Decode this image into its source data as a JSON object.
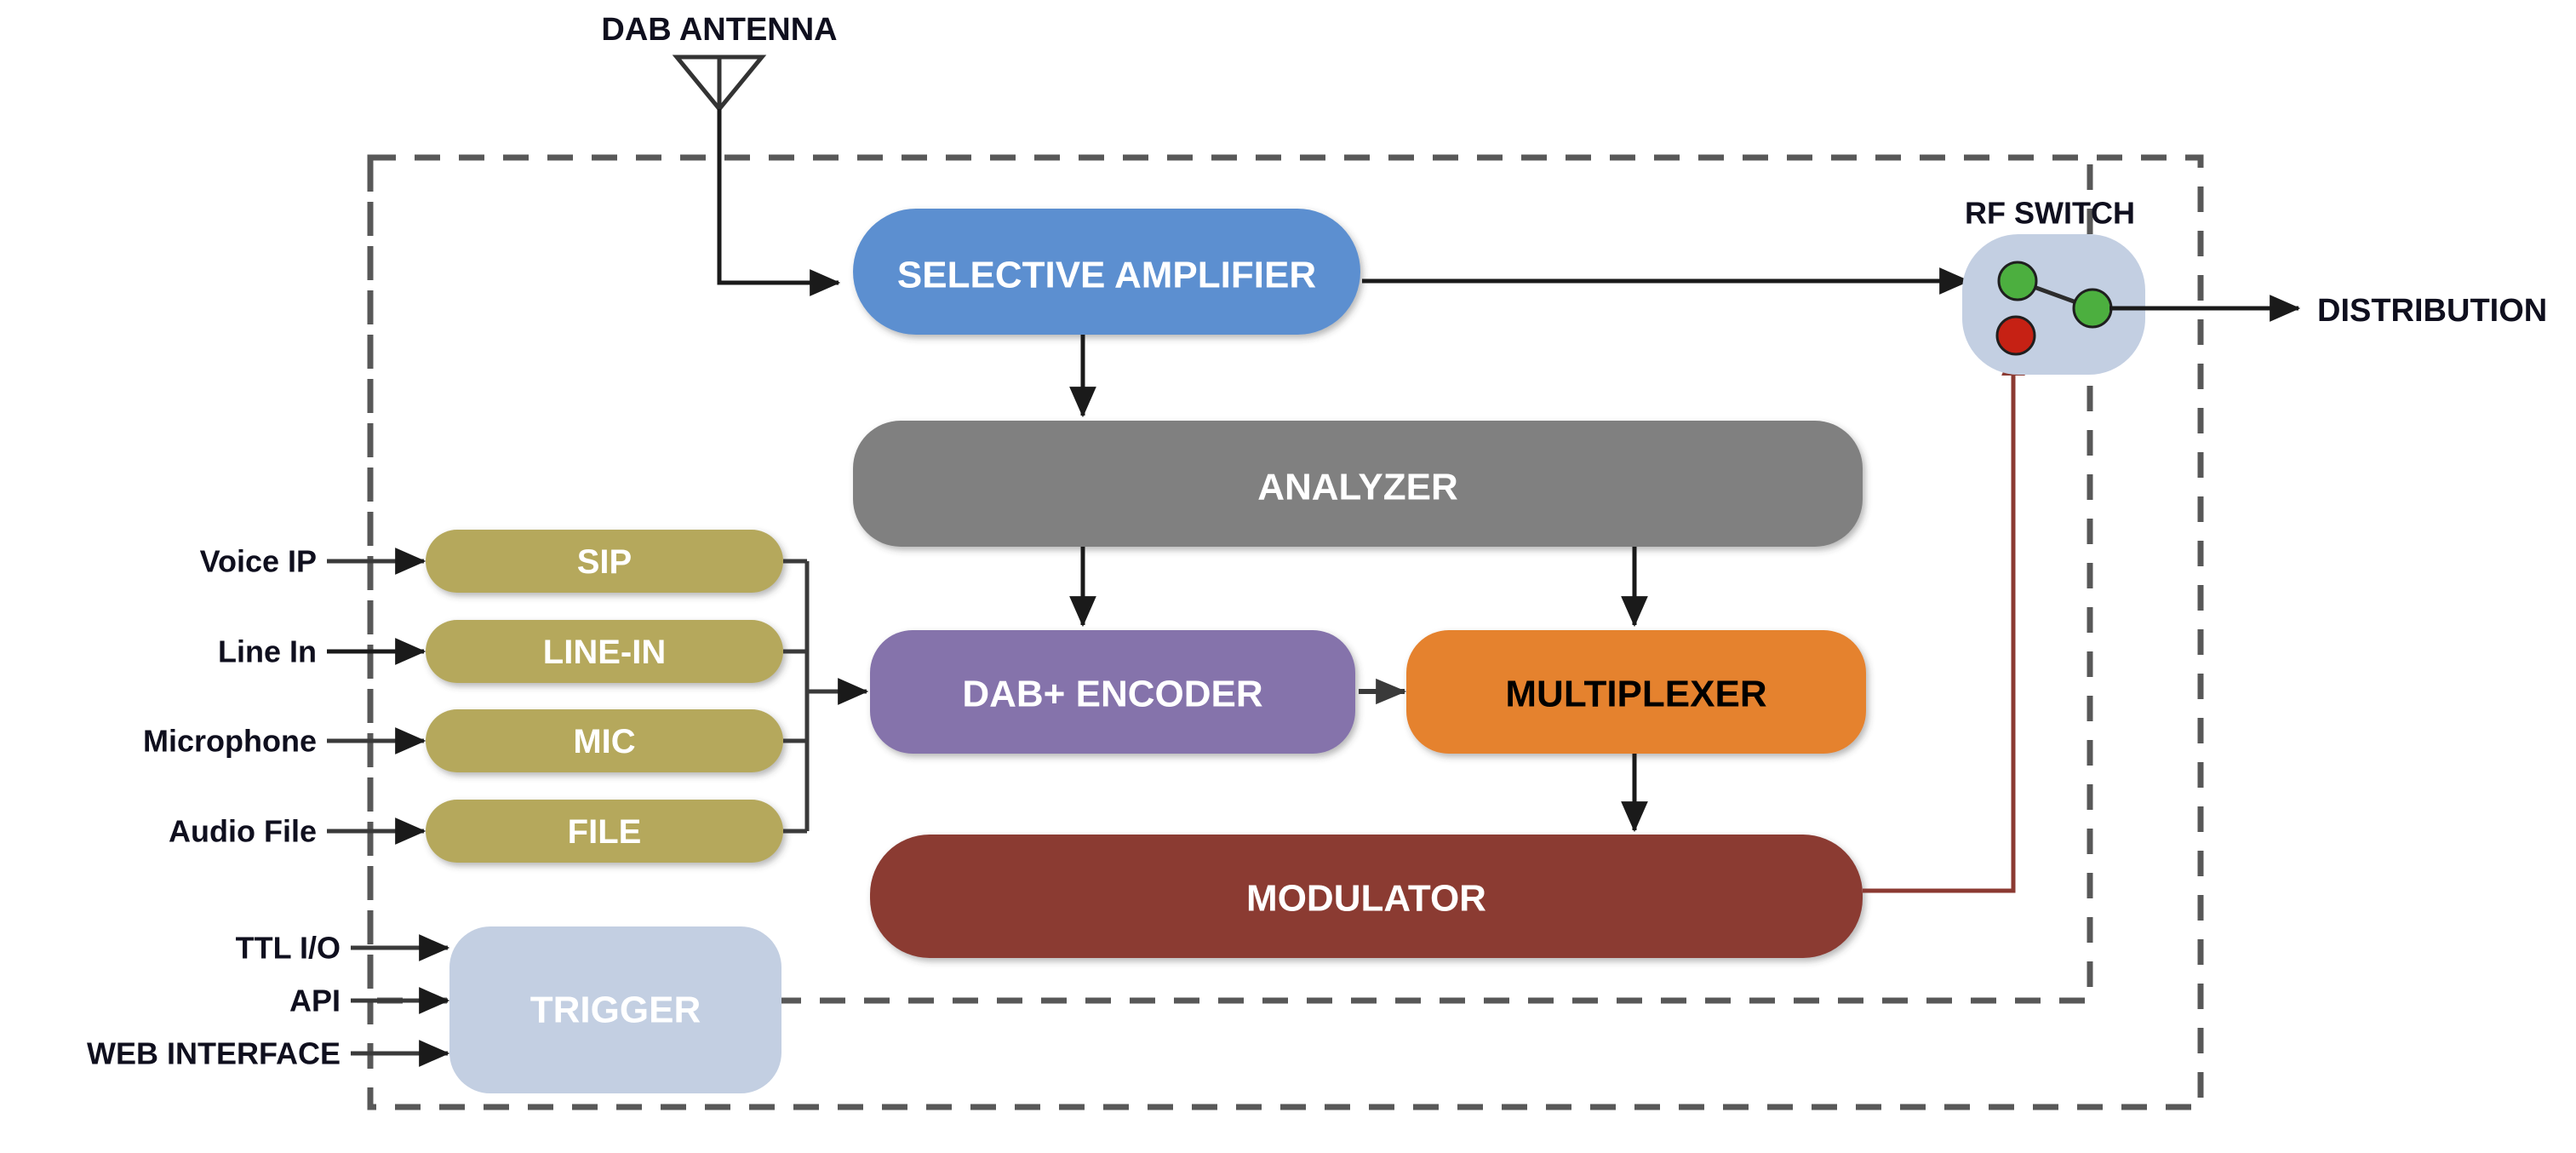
{
  "diagram": {
    "title": "DAB+ transmission chain block diagram",
    "antenna": {
      "label": "DAB ANTENNA",
      "icon": "antenna-icon"
    },
    "output": {
      "label": "DISTRIBUTION"
    },
    "rf_switch": {
      "label": "RF SWITCH",
      "nodes": [
        {
          "name": "input-node",
          "state": "green"
        },
        {
          "name": "output-node",
          "state": "green"
        },
        {
          "name": "modulator-node",
          "state": "red"
        }
      ],
      "fill": "#c3cfe2",
      "green": "#4caf3f",
      "red": "#c62114"
    },
    "blocks": [
      {
        "id": "selective_amplifier",
        "label": "SELECTIVE AMPLIFIER",
        "fill": "#5b8fd0",
        "text": "#ffffff"
      },
      {
        "id": "analyzer",
        "label": "ANALYZER",
        "fill": "#808080",
        "text": "#ffffff"
      },
      {
        "id": "dab_encoder",
        "label": "DAB+ ENCODER",
        "fill": "#8573ab",
        "text": "#ffffff"
      },
      {
        "id": "multiplexer",
        "label": "MULTIPLEXER",
        "fill": "#e5822f",
        "text": "#000000"
      },
      {
        "id": "modulator",
        "label": "MODULATOR",
        "fill": "#8b3a32",
        "text": "#ffffff"
      },
      {
        "id": "trigger",
        "label": "TRIGGER",
        "fill": "#c3cfe2",
        "text": "#ffffff"
      }
    ],
    "audio_sources": [
      {
        "id": "sip",
        "label": "SIP",
        "input": "Voice IP",
        "fill": "#b5a85c",
        "text": "#ffffff"
      },
      {
        "id": "line_in",
        "label": "LINE-IN",
        "input": "Line In",
        "fill": "#b5a85c",
        "text": "#ffffff"
      },
      {
        "id": "mic",
        "label": "MIC",
        "input": "Microphone",
        "fill": "#b5a85c",
        "text": "#ffffff"
      },
      {
        "id": "file",
        "label": "FILE",
        "input": "Audio File",
        "fill": "#b5a85c",
        "text": "#ffffff"
      }
    ],
    "trigger_inputs": [
      {
        "id": "ttl_io",
        "label": "TTL I/O"
      },
      {
        "id": "api",
        "label": "API"
      },
      {
        "id": "web_interface",
        "label": "WEB INTERFACE"
      }
    ],
    "colors": {
      "line": "#1a1a1a",
      "control_line": "#8b3a32",
      "boundary": "#585858",
      "background": "#ffffff"
    },
    "boundaries": [
      {
        "id": "outer-boundary",
        "style": "dashed"
      },
      {
        "id": "inner-boundary",
        "style": "dashed"
      }
    ]
  }
}
